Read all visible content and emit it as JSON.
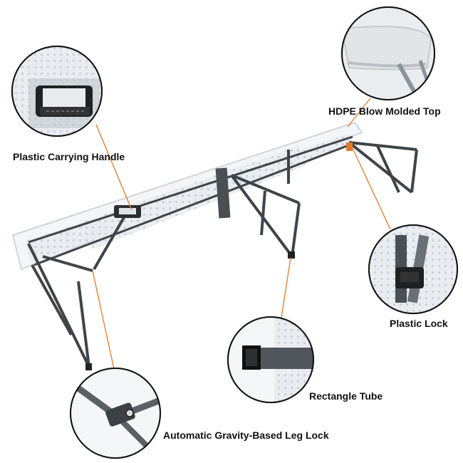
{
  "colors": {
    "leader": "#e07a2e",
    "frame": "#3f4448",
    "top": "#eef1f4",
    "top_edge": "#cfd5da",
    "label_text": "#111111"
  },
  "callouts": [
    {
      "id": "handle",
      "label": "Plastic Carrying Handle",
      "icon": "carrying-handle-icon"
    },
    {
      "id": "top",
      "label": "HDPE Blow Molded Top",
      "icon": "table-top-icon"
    },
    {
      "id": "lock",
      "label": "Plastic Lock",
      "icon": "plastic-lock-icon"
    },
    {
      "id": "tube",
      "label": "Rectangle Tube",
      "icon": "rectangle-tube-icon"
    },
    {
      "id": "leglock",
      "label": "Automatic Gravity-Based Leg Lock",
      "icon": "leg-lock-icon"
    }
  ]
}
